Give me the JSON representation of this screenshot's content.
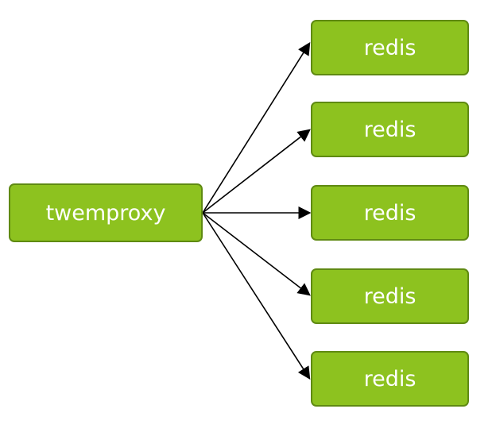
{
  "colors": {
    "node_fill": "#8dc21f",
    "node_border": "#5f8a12",
    "text": "#ffffff",
    "arrow": "#000000"
  },
  "proxy": {
    "label": "twemproxy"
  },
  "redis_nodes": [
    {
      "label": "redis"
    },
    {
      "label": "redis"
    },
    {
      "label": "redis"
    },
    {
      "label": "redis"
    },
    {
      "label": "redis"
    }
  ]
}
